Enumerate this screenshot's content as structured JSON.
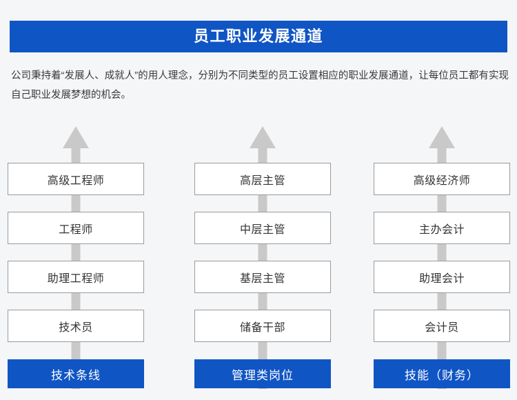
{
  "banner": {
    "title": "员工职业发展通道",
    "background_color": "#1055c4",
    "text_color": "#ffffff"
  },
  "intro": {
    "paragraph": "公司秉持着“发展人、成就人”的用人理念，分别为不同类型的员工设置相应的职业发展通道，让每位员工都有实现自己职业发展梦想的机会。"
  },
  "page": {
    "background_color": "#f5f6f8",
    "arrow_color": "#c9c9c9",
    "box_border_color": "#9a9a9a",
    "box_fill_color": "#ffffff",
    "box_text_color": "#333333"
  },
  "columns": [
    {
      "track_label": "技术条线",
      "arrow_name": "growth-arrow-technical",
      "levels": [
        "高级工程师",
        "工程师",
        "助理工程师",
        "技术员"
      ]
    },
    {
      "track_label": "管理类岗位",
      "arrow_name": "growth-arrow-management",
      "levels": [
        "高层主管",
        "中层主管",
        "基层主管",
        "储备干部"
      ]
    },
    {
      "track_label": "技能（财务）",
      "arrow_name": "growth-arrow-finance",
      "levels": [
        "高级经济师",
        "主办会计",
        "助理会计",
        "会计员"
      ]
    }
  ]
}
